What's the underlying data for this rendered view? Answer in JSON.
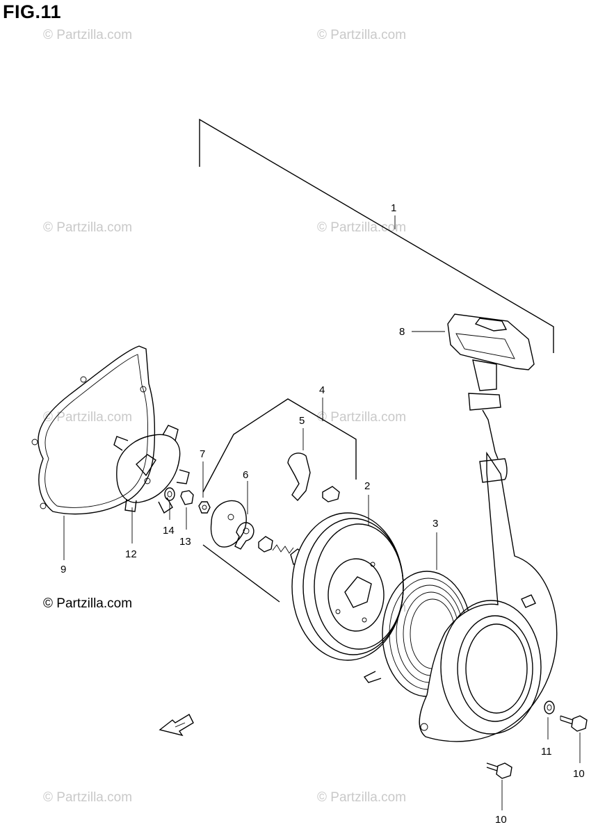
{
  "figure": {
    "title": "FIG.11"
  },
  "credit": "© Partzilla.com",
  "watermark": "© Partzilla.com",
  "callouts": [
    {
      "id": "c1",
      "text": "1"
    },
    {
      "id": "c2",
      "text": "2"
    },
    {
      "id": "c3",
      "text": "3"
    },
    {
      "id": "c4",
      "text": "4"
    },
    {
      "id": "c5",
      "text": "5"
    },
    {
      "id": "c6",
      "text": "6"
    },
    {
      "id": "c7",
      "text": "7"
    },
    {
      "id": "c8",
      "text": "8"
    },
    {
      "id": "c9",
      "text": "9"
    },
    {
      "id": "c10a",
      "text": "10"
    },
    {
      "id": "c10b",
      "text": "10"
    },
    {
      "id": "c11",
      "text": "11"
    },
    {
      "id": "c12",
      "text": "12"
    },
    {
      "id": "c13",
      "text": "13"
    },
    {
      "id": "c14",
      "text": "14"
    }
  ]
}
